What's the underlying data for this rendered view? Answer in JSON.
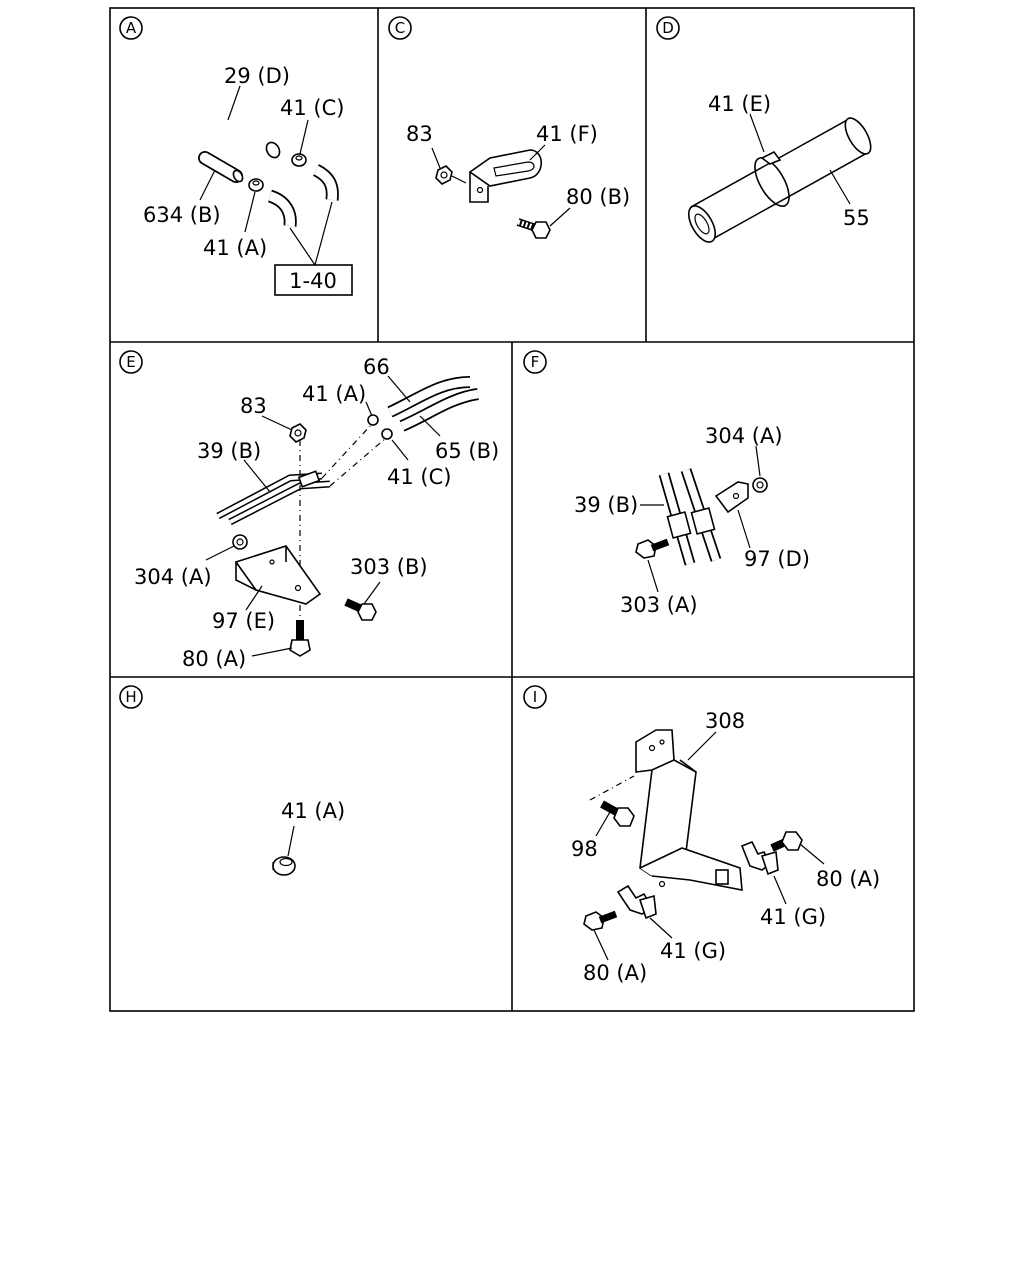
{
  "panels": {
    "A": {
      "id": "A",
      "labels": {
        "l29d": "29 (D)",
        "l41c": "41 (C)",
        "l634b": "634 (B)",
        "l41a": "41 (A)",
        "ref": "1-40"
      }
    },
    "C": {
      "id": "C",
      "labels": {
        "l83": "83",
        "l41f": "41 (F)",
        "l80b": "80 (B)"
      }
    },
    "D": {
      "id": "D",
      "labels": {
        "l41e": "41 (E)",
        "l55": "55"
      }
    },
    "E": {
      "id": "E",
      "labels": {
        "l66": "66",
        "l41a": "41 (A)",
        "l83": "83",
        "l65b": "65 (B)",
        "l39b": "39 (B)",
        "l41c": "41 (C)",
        "l304a": "304 (A)",
        "l303b": "303 (B)",
        "l97e": "97 (E)",
        "l80a": "80 (A)"
      }
    },
    "F": {
      "id": "F",
      "labels": {
        "l304a": "304 (A)",
        "l39b": "39 (B)",
        "l97d": "97 (D)",
        "l303a": "303 (A)"
      }
    },
    "H": {
      "id": "H",
      "labels": {
        "l41a": "41 (A)"
      }
    },
    "I": {
      "id": "I",
      "labels": {
        "l308": "308",
        "l98": "98",
        "l80a_1": "80 (A)",
        "l41g_1": "41 (G)",
        "l41g_2": "41 (G)",
        "l80a_2": "80 (A)"
      }
    }
  }
}
